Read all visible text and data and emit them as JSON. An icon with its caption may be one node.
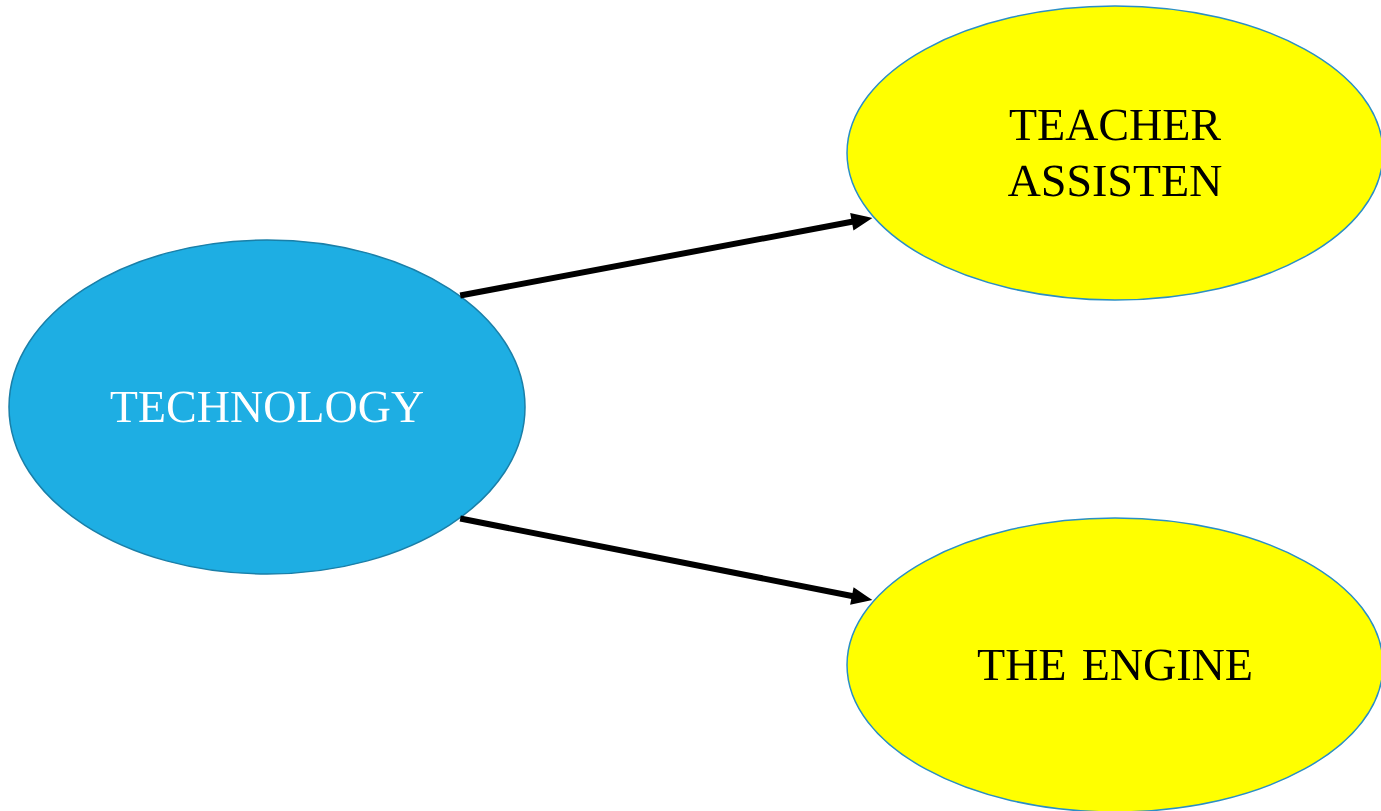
{
  "diagram": {
    "nodes": [
      {
        "text": [
          "TECHNOLOGY"
        ]
      },
      {
        "text": [
          "TEACHER ASSISTEN"
        ]
      },
      {
        "text": [
          "THE ENGINE"
        ]
      }
    ],
    "edges": [
      {
        "from": 0,
        "to": 1,
        "arrow": "to"
      },
      {
        "from": 0,
        "to": 2,
        "arrow": "to"
      }
    ]
  }
}
